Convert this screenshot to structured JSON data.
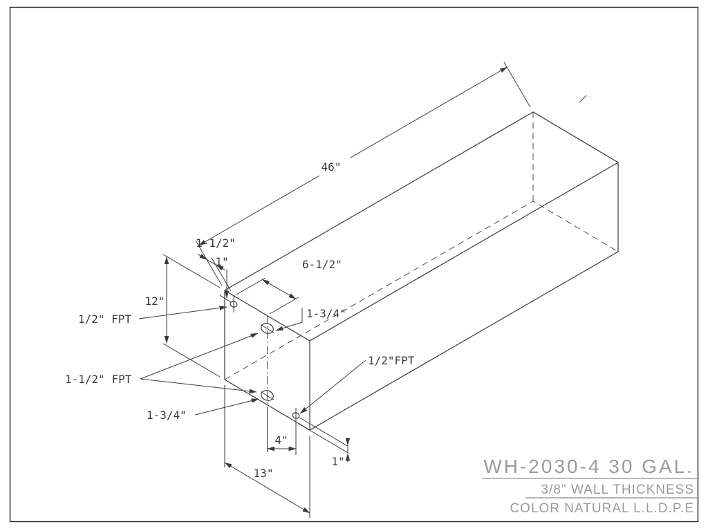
{
  "title_block": {
    "model": "WH-2030-4 30 GAL.",
    "wall": "3/8\" WALL THICKNESS",
    "color": "COLOR NATURAL L.L.D.P.E"
  },
  "dimensions": {
    "length": "46\"",
    "height": "12\"",
    "width": "13\"",
    "fitting_a_inset": "1-1/2\"",
    "fitting_a_drop": "1\"",
    "fitting_b_inset": "6-1/2\"",
    "fitting_b_drop": "1-3/4\"",
    "fitting_c_rise": "1-3/4\"",
    "fitting_d_offset": "4\"",
    "fitting_d_rise": "1\""
  },
  "fitting_labels": {
    "fitting_a": "1/2\" FPT",
    "fitting_pair": "1-1/2\" FPT",
    "fitting_d": "1/2\"FPT"
  },
  "colors": {
    "line": "#3a3a3a",
    "title_gray": "#9b9b9b",
    "background": "#ffffff"
  }
}
